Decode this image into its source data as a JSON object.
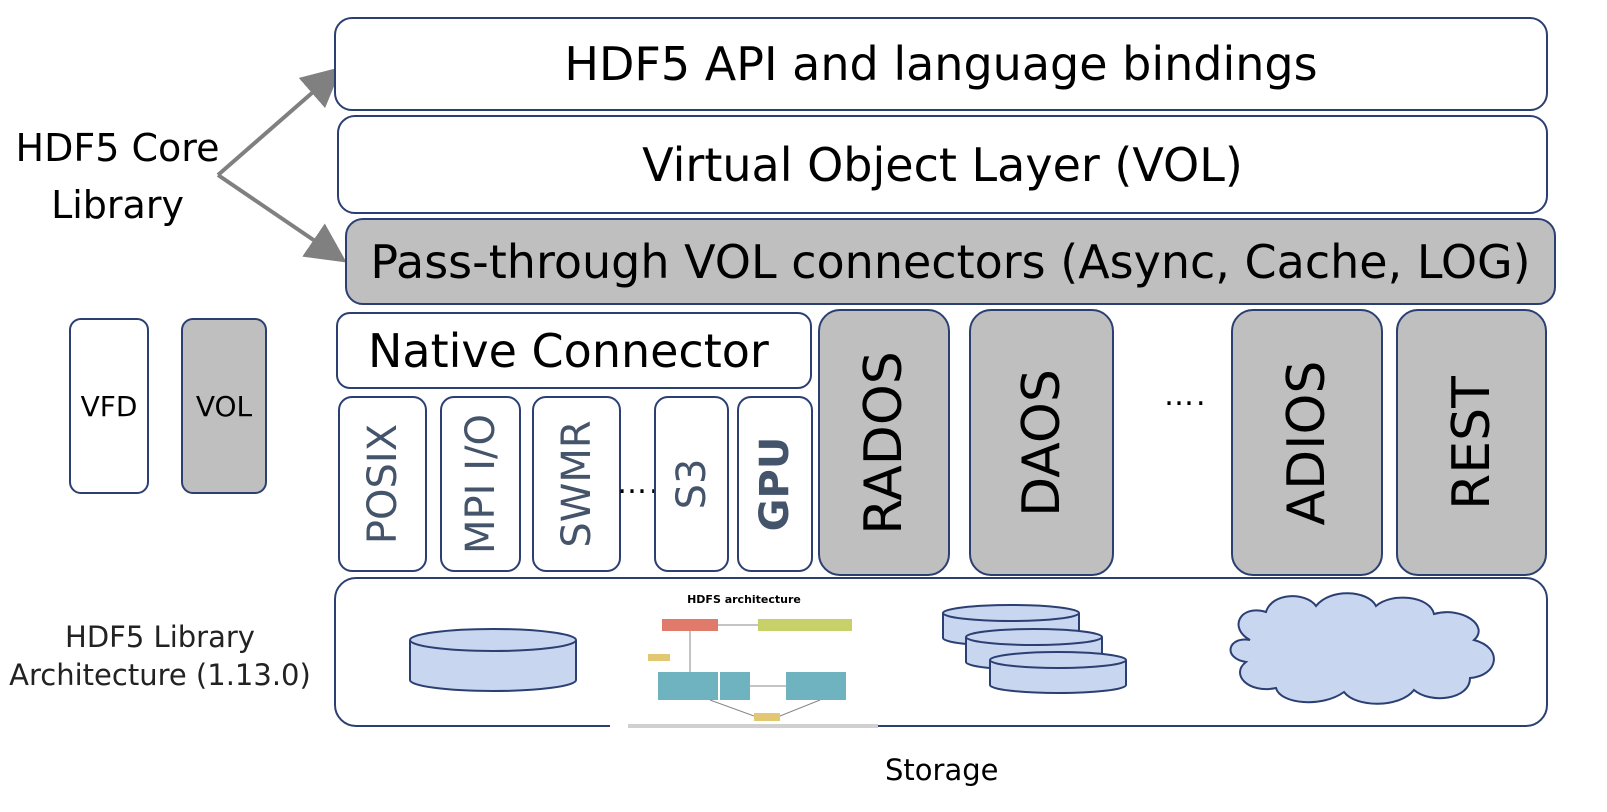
{
  "core_label": {
    "line1": "HDF5 Core",
    "line2": "Library"
  },
  "layers": {
    "api": "HDF5 API and language bindings",
    "vol": "Virtual Object Layer (VOL)",
    "passthrough": "Pass-through VOL connectors (Async, Cache, LOG)"
  },
  "legend": {
    "vfd": "VFD",
    "vol": "VOL"
  },
  "native_connector": "Native Connector",
  "vfd_drivers": [
    "POSIX",
    "MPI I/O",
    "SWMR",
    "S3",
    "GPU"
  ],
  "vfd_ellipsis": "….",
  "vol_connectors": [
    "RADOS",
    "DAOS",
    "ADIOS",
    "REST"
  ],
  "vol_ellipsis": "….",
  "arch_label": {
    "line1": "HDF5 Library",
    "line2": "Architecture (1.13.0)"
  },
  "storage_label": "Storage",
  "hdfs_thumbnail": {
    "title": "HDFS architecture"
  },
  "colors": {
    "border": "#2b3f73",
    "grey_fill": "#bfbfbf",
    "storage_fill": "#c9d6f0",
    "arrow": "#808080"
  }
}
